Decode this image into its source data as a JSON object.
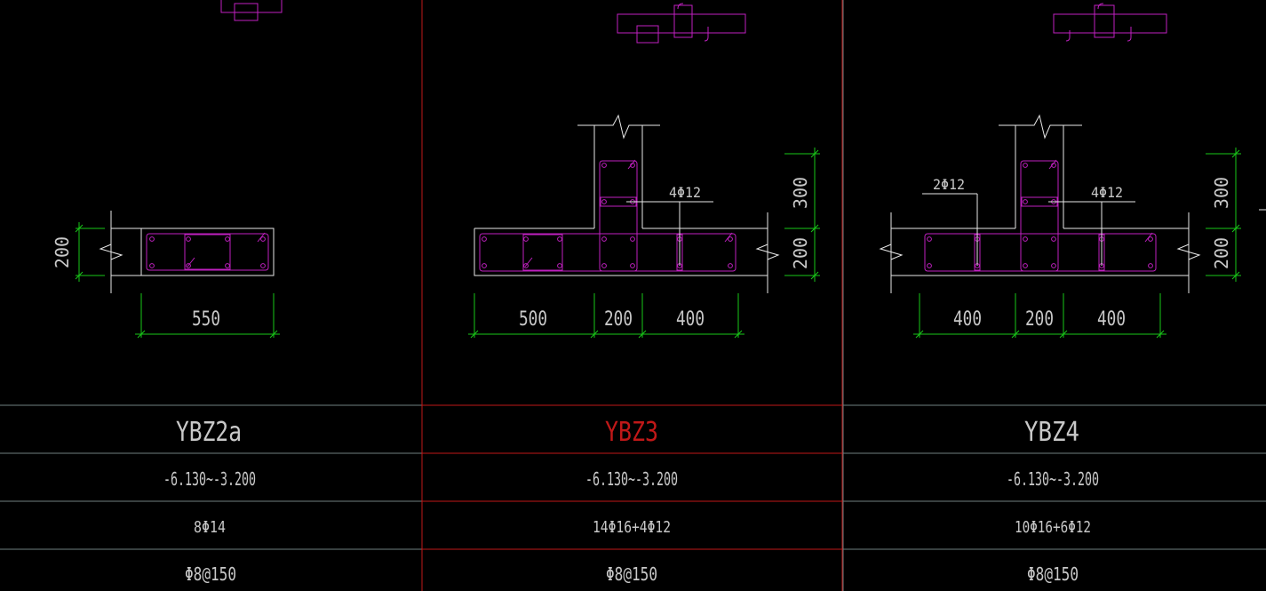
{
  "colors": {
    "background": "#000000",
    "grid_line": "#6f7f7f",
    "selected_frame": "#c01818",
    "selected_text": "#c01818",
    "normal_text": "#c8c8c8",
    "dimension": "#19c819",
    "rebar": "#c020c0",
    "outline": "#e8e8e8"
  },
  "columns": [
    {
      "name": "YBZ2a",
      "elevation": "-6.130~-3.200",
      "longitudinal_rebar": "8Φ14",
      "stirrup": "Φ8@150",
      "dims": {
        "width": "550",
        "height": "200"
      },
      "callouts": [],
      "selected": false
    },
    {
      "name": "YBZ3",
      "elevation": "-6.130~-3.200",
      "longitudinal_rebar": "14Φ16+4Φ12",
      "stirrup": "Φ8@150",
      "dims": {
        "left": "500",
        "mid": "200",
        "right": "400",
        "flange_height": "200",
        "web_height": "300"
      },
      "callouts": [
        "4Φ12"
      ],
      "selected": true
    },
    {
      "name": "YBZ4",
      "elevation": "-6.130~-3.200",
      "longitudinal_rebar": "10Φ16+6Φ12",
      "stirrup": "Φ8@150",
      "dims": {
        "left": "400",
        "mid": "200",
        "right": "400",
        "flange_height": "200",
        "web_height": "300"
      },
      "callouts": [
        "2Φ12",
        "4Φ12"
      ],
      "selected": false
    }
  ]
}
